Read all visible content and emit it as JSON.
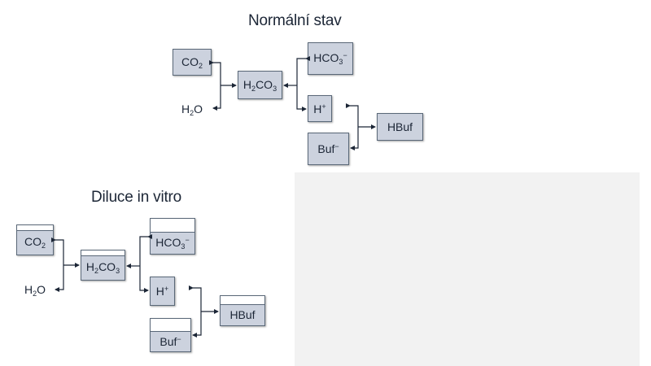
{
  "normal": {
    "title": "Normální stav",
    "co2": "CO2",
    "h2o": "H2O",
    "h2co3": "H2CO3",
    "hco3": "HCO3-",
    "h": "H+",
    "buf": "Buf-",
    "hbuf": "HBuf"
  },
  "dilution": {
    "title": "Diluce in vitro",
    "co2": "CO2",
    "h2o": "H2O",
    "h2co3": "H2CO3",
    "hco3": "HCO3-",
    "h": "H+",
    "buf": "Buf-",
    "hbuf": "HBuf"
  },
  "colors": {
    "box_fill": "#ccd2de",
    "box_border": "#5a6878",
    "line": "#1c2636",
    "panel": "#f2f2f2"
  }
}
